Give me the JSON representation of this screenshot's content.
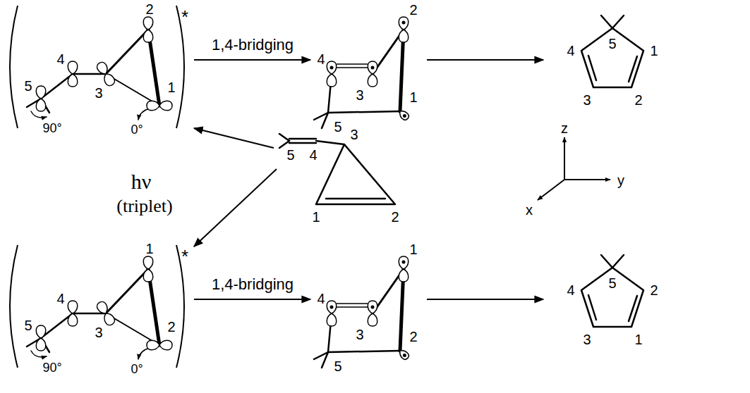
{
  "diagram": {
    "labels": [
      "*",
      "2",
      "4",
      "5",
      "3",
      "1",
      "90°",
      "0°",
      "1,4-bridging",
      "2",
      "4",
      "3",
      "5",
      "1",
      "4",
      "5",
      "1",
      "3",
      "2",
      "hν",
      "(triplet)",
      "5",
      "4",
      "3",
      "1",
      "2",
      "z",
      "y",
      "x",
      "*",
      "1",
      "4",
      "5",
      "3",
      "2",
      "90°",
      "0°",
      "1,4-bridging",
      "1",
      "4",
      "3",
      "5",
      "2",
      "4",
      "5",
      "2",
      "3",
      "1"
    ]
  }
}
